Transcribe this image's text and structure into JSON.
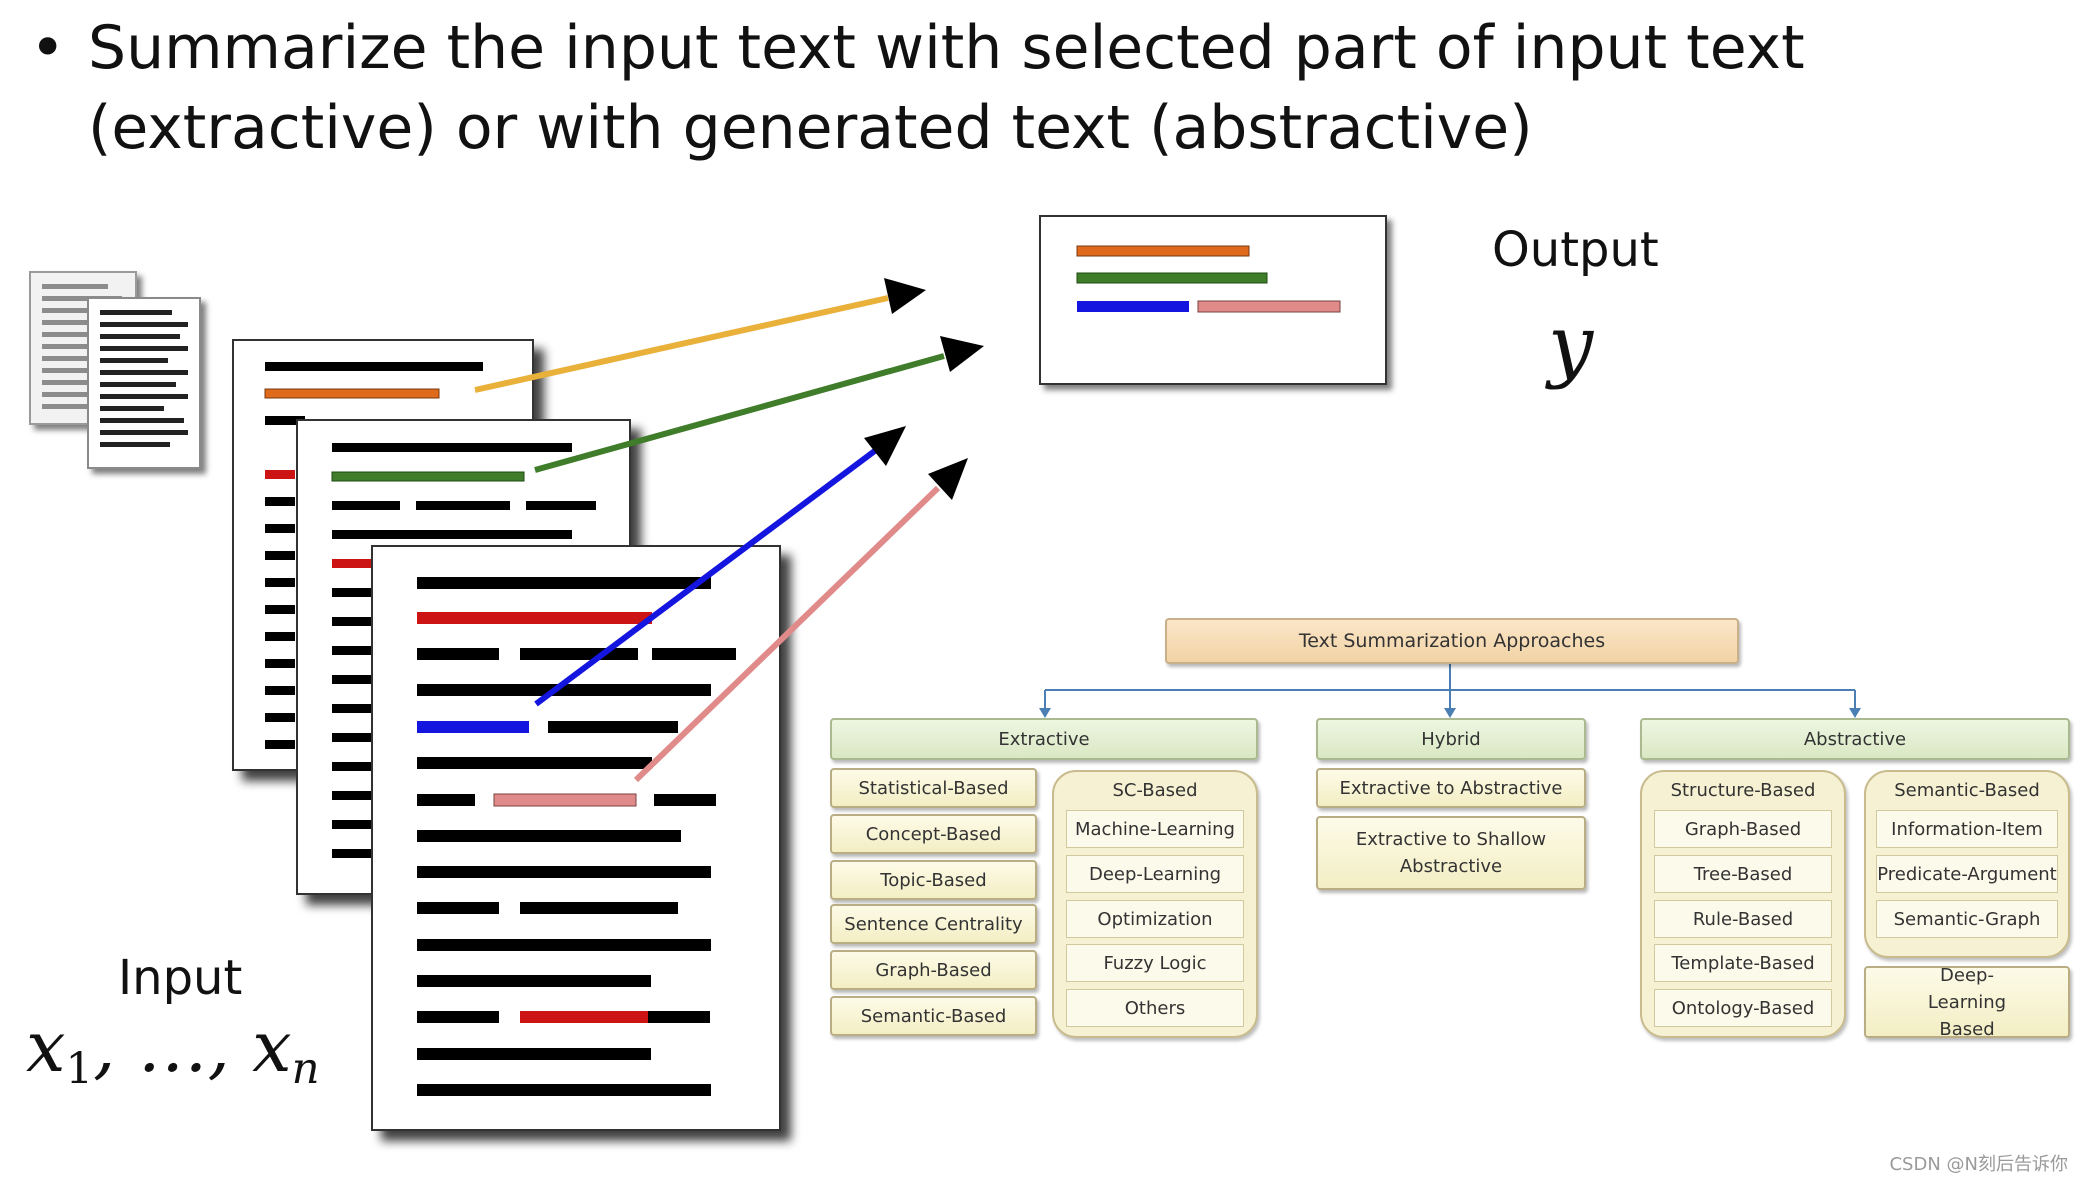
{
  "heading": {
    "bullet": "•",
    "line1": "Summarize the input text with selected  part of input text",
    "line2": "(extractive) or with generated text (abstractive)"
  },
  "output": {
    "label": "Output",
    "symbol": "y"
  },
  "input": {
    "label": "Input",
    "symbol_main": "x",
    "sub_first": "1",
    "separator": ", …, ",
    "symbol_last": "x",
    "sub_last": "n"
  },
  "colors": {
    "orange": "#e06a1b",
    "green": "#3f7d2a",
    "blue": "#1515e0",
    "pink": "#e08a8a",
    "red": "#cc1414",
    "yellow_arrow": "#e9b03a"
  },
  "taxonomy": {
    "root": "Text Summarization Approaches",
    "categories": {
      "extractive": "Extractive",
      "hybrid": "Hybrid",
      "abstractive": "Abstractive"
    },
    "extractive_left": [
      "Statistical-Based",
      "Concept-Based",
      "Topic-Based",
      "Sentence Centrality",
      "Graph-Based",
      "Semantic-Based"
    ],
    "extractive_group": {
      "title": "SC-Based",
      "items": [
        "Machine-Learning",
        "Deep-Learning",
        "Optimization",
        "Fuzzy Logic",
        "Others"
      ]
    },
    "hybrid_items": [
      "Extractive to Abstractive",
      "Extractive to Shallow Abstractive"
    ],
    "abstractive_structure": {
      "title": "Structure-Based",
      "items": [
        "Graph-Based",
        "Tree-Based",
        "Rule-Based",
        "Template-Based",
        "Ontology-Based"
      ]
    },
    "abstractive_semantic": {
      "title": "Semantic-Based",
      "items": [
        "Information-Item",
        "Predicate-Argument",
        "Semantic-Graph"
      ]
    },
    "abstractive_deep": "Deep-Learning Based"
  },
  "watermark": "CSDN @N刻后告诉你"
}
